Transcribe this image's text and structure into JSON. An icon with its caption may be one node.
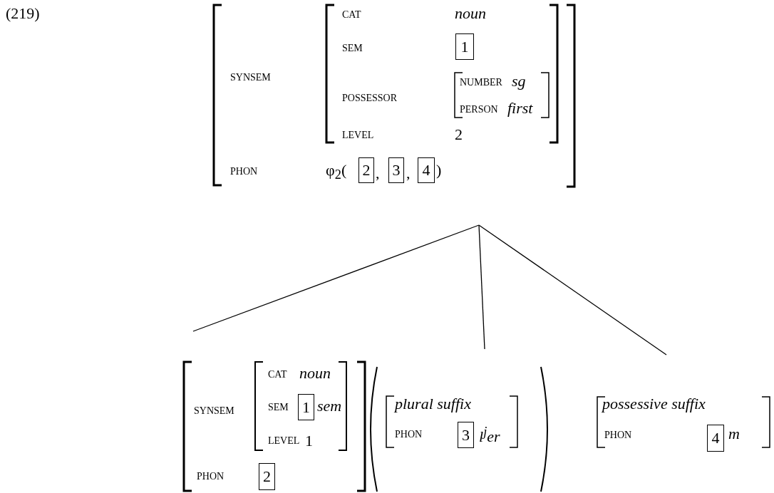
{
  "diagram": {
    "nodes": [
      {
        "text": [
          "SYNSEM",
          "PHON",
          "φ$_{2}$(",
          ",",
          ",",
          ")"
        ]
      },
      {
        "text": [
          "CAT",
          "noun",
          "SEM",
          "POSSESSOR",
          "LEVEL",
          "2"
        ],
        "in": 0
      },
      {
        "text": [
          "1"
        ],
        "in": 1
      },
      {
        "text": [
          "NUMBER",
          "sg",
          "PERSON",
          "first"
        ],
        "in": 1
      },
      {
        "text": [
          "2"
        ],
        "in": 0
      },
      {
        "text": [
          "3"
        ],
        "in": 0
      },
      {
        "text": [
          "4"
        ],
        "in": 0
      },
      {
        "text": [
          "SYNSEM",
          "PHON"
        ]
      },
      {
        "text": [
          "CAT",
          "noun",
          "SEM",
          "sem",
          "LEVEL",
          "1"
        ],
        "in": 7
      },
      {
        "text": [
          "1"
        ],
        "in": 8
      },
      {
        "text": [
          "2"
        ],
        "in": 7
      },
      {
        "text": [
          "plural suffix",
          "PHON",
          "l$^{j}$er"
        ]
      },
      {
        "text": [
          "3"
        ],
        "in": 11
      },
      {
        "text": [
          "possessive suffix",
          "PHON",
          "m"
        ]
      },
      {
        "text": [
          "4"
        ],
        "in": 13
      }
    ],
    "edges": [
      {
        "from": 0,
        "to": 7,
        "arrow": "none"
      },
      {
        "from": 0,
        "to": 11,
        "arrow": "none"
      },
      {
        "from": 0,
        "to": 13,
        "arrow": "none"
      }
    ],
    "labels": [
      "(219)"
    ]
  }
}
